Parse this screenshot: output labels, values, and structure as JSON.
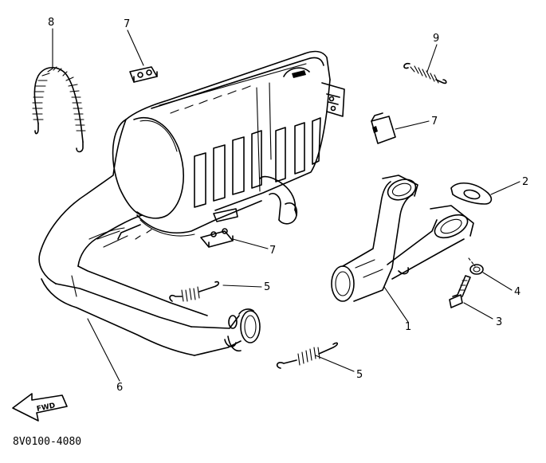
{
  "diagram": {
    "drawing_code": "8V0100-4080",
    "fwd_label": "FWD",
    "callouts": {
      "c1": "1",
      "c2": "2",
      "c3": "3",
      "c4": "4",
      "c5a": "5",
      "c5b": "5",
      "c6": "6",
      "c7a": "7",
      "c7b": "7",
      "c7c": "7",
      "c8": "8",
      "c9": "9"
    }
  }
}
